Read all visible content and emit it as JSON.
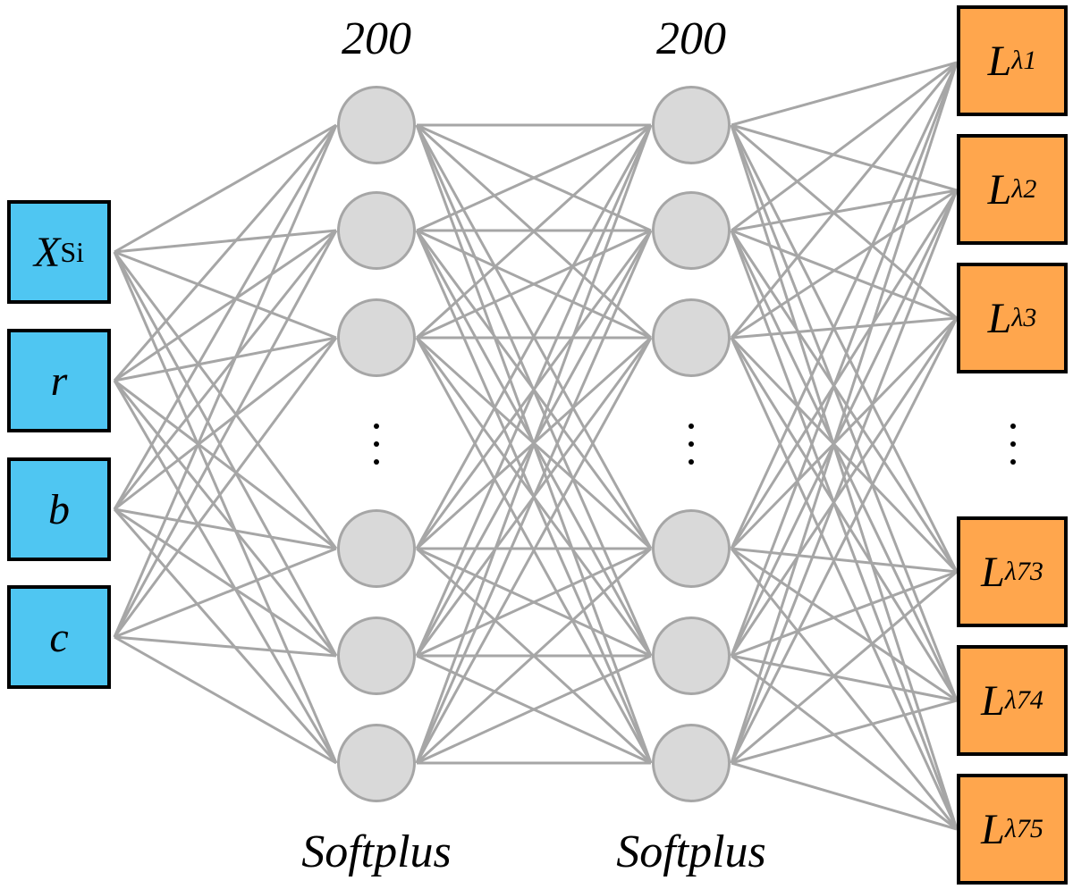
{
  "layers": {
    "hidden1": {
      "size_label": "200",
      "activation_label": "Softplus"
    },
    "hidden2": {
      "size_label": "200",
      "activation_label": "Softplus"
    }
  },
  "inputs": [
    {
      "main": "X",
      "sub": "Si"
    },
    {
      "main": "r",
      "sub": ""
    },
    {
      "main": "b",
      "sub": ""
    },
    {
      "main": "c",
      "sub": ""
    }
  ],
  "outputs": [
    {
      "main": "L",
      "sub": "λ1"
    },
    {
      "main": "L",
      "sub": "λ2"
    },
    {
      "main": "L",
      "sub": "λ3"
    },
    {
      "main": "L",
      "sub": "λ73"
    },
    {
      "main": "L",
      "sub": "λ74"
    },
    {
      "main": "L",
      "sub": "λ75"
    }
  ],
  "colors": {
    "input_fill": "#4fc6f2",
    "output_fill": "#ffa64d",
    "node_fill": "#d9d9d9",
    "edge": "#a6a6a6"
  }
}
